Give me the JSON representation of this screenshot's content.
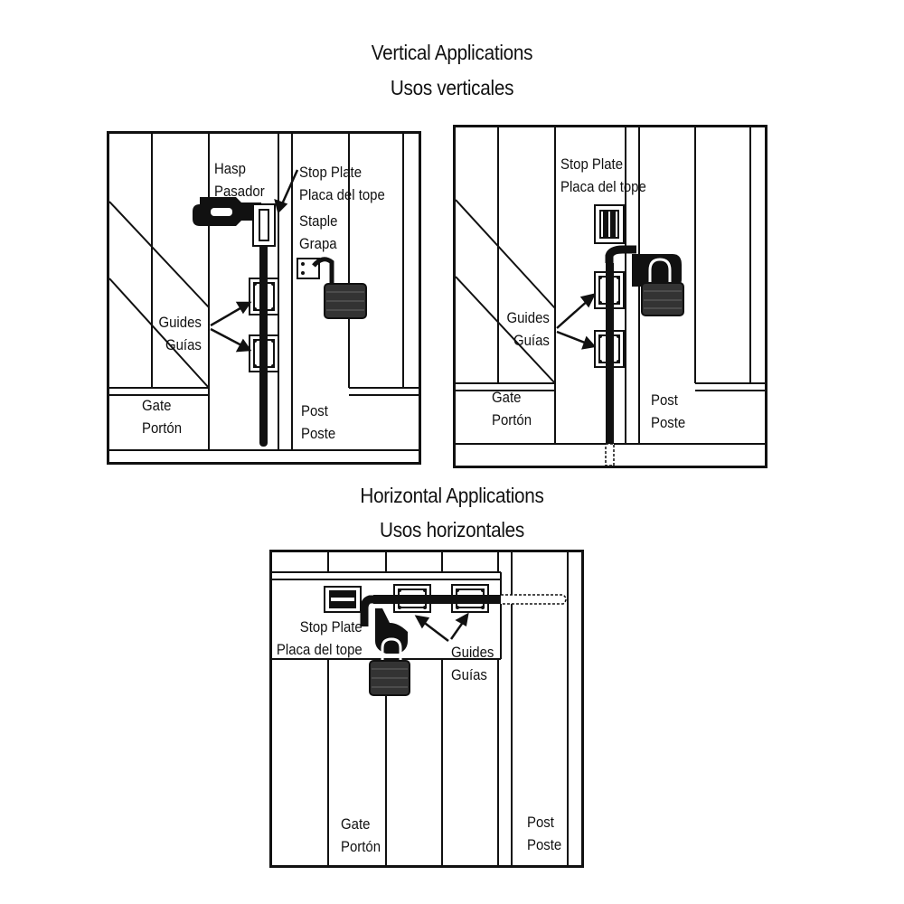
{
  "titles": {
    "vertical_en": "Vertical Applications",
    "vertical_es": "Usos verticales",
    "horizontal_en": "Horizontal Applications",
    "horizontal_es": "Usos horizontales"
  },
  "panel_vertical_1": {
    "hasp": [
      "Hasp",
      "Pasador"
    ],
    "stop_plate": [
      "Stop Plate",
      "Placa del tope"
    ],
    "staple": [
      "Staple",
      "Grapa"
    ],
    "guides": [
      "Guides",
      "Guías"
    ],
    "gate": [
      "Gate",
      "Portón"
    ],
    "post": [
      "Post",
      "Poste"
    ]
  },
  "panel_vertical_2": {
    "stop_plate": [
      "Stop Plate",
      "Placa del tope"
    ],
    "guides": [
      "Guides",
      "Guías"
    ],
    "gate": [
      "Gate",
      "Portón"
    ],
    "post": [
      "Post",
      "Poste"
    ]
  },
  "panel_horizontal": {
    "stop_plate": [
      "Stop Plate",
      "Placa del tope"
    ],
    "guides": [
      "Guides",
      "Guías"
    ],
    "gate": [
      "Gate",
      "Portón"
    ],
    "post": [
      "Post",
      "Poste"
    ]
  }
}
